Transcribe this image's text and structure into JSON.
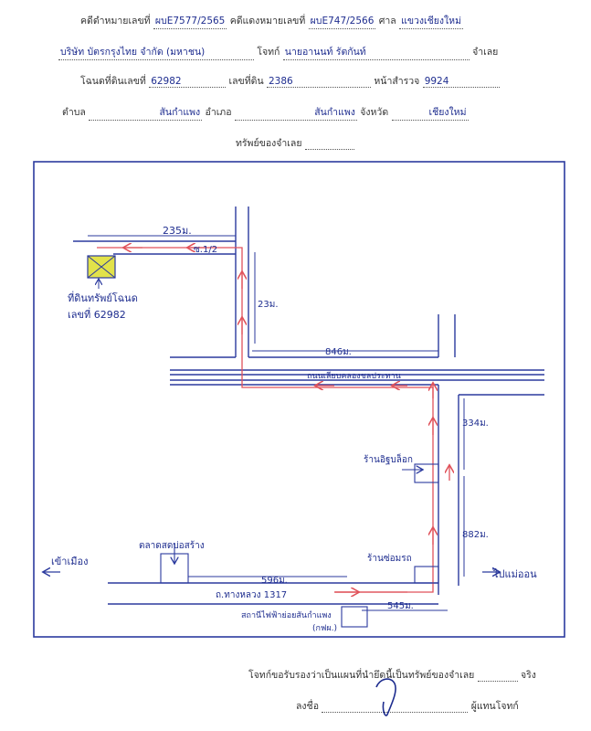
{
  "header": {
    "case_black_label": "คดีดำหมายเลขที่",
    "case_black_no": "ผบE7577/2565",
    "case_red_label": "คดีแดงหมายเลขที่",
    "case_red_no": "ผบE747/2566",
    "court_label": "ศาล",
    "court_name": "แขวงเชียงใหม่",
    "defendant_company": "บริษัท บัตรกรุงไทย จำกัด (มหาชน)",
    "plaintiff_label": "โจทก์",
    "defendant_person": "นายอานนท์ รัตกันท์",
    "defendant_label": "จำเลย",
    "deed_label": "โฉนดที่ดินเลขที่",
    "deed_no": "62982",
    "land_no_label": "เลขที่ดิน",
    "land_no": "2386",
    "survey_label": "หน้าสำรวจ",
    "survey_no": "9924",
    "subdistrict_label": "ตำบล",
    "subdistrict": "สันกำแพง",
    "district_label": "อำเภอ",
    "district": "สันกำแพง",
    "province_label": "จังหวัด",
    "province": "เชียงใหม่",
    "property_label": "ทรัพย์ของจำเลย"
  },
  "map": {
    "labels": {
      "parcel": "ที่ดินทรัพย์โฉนด",
      "parcel_no": "เลขที่ 62982",
      "dist_235": "235ม.",
      "soi": "ซ.1/2",
      "dist_23": "23ม.",
      "dist_846": "846ม.",
      "canal_road": "ถนนเลียบคลองชลประทาน",
      "dist_334": "334ม.",
      "shop_label": "ร้านอิฐบล็อก",
      "dist_882": "882ม.",
      "market_label": "ตลาดสดบ่อสร้าง",
      "repair_label": "ร้านซ่อมรถ",
      "to_city": "เข้าเมือง",
      "to_maeon": "ไปแม่ออน",
      "dist_596": "596ม.",
      "highway": "ถ.ทางหลวง 1317",
      "power_station": "สถานีไฟฟ้าย่อยสันกำแพง",
      "power_abbr": "(กฟผ.)",
      "dist_545": "545ม."
    }
  },
  "footer": {
    "certify_text": "โจทก์ขอรับรองว่าเป็นแผนที่นำยึดนี้เป็นทรัพย์ของจำเลย",
    "true_label": "จริง",
    "sign_label": "ลงชื่อ",
    "rep_label": "ผู้แทนโจทก์"
  },
  "colors": {
    "road": "#2b3a9e",
    "route": "#e0525a",
    "parcel_fill": "#e2e24a",
    "ink": "#1e2d8f"
  }
}
